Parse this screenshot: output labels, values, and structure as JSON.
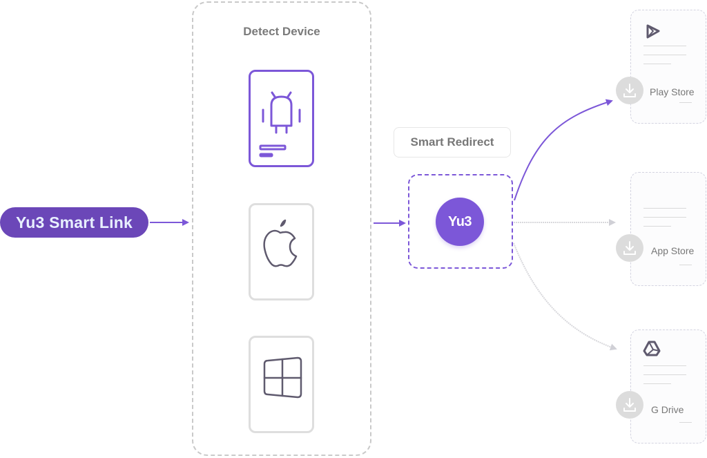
{
  "colors": {
    "brand_purple": "#7c57d8",
    "smart_link_bg": "#6b47b8",
    "smart_link_text": "#e8f0ff",
    "muted_gray": "#7a7a7a",
    "icon_gray": "#5f5a6e",
    "inactive_connector": "#d8d8dc"
  },
  "source": {
    "label": "Yu3 Smart Link"
  },
  "detect": {
    "title": "Detect Device",
    "devices": [
      {
        "name": "android",
        "icon": "android-icon",
        "active": true
      },
      {
        "name": "apple",
        "icon": "apple-icon",
        "active": false
      },
      {
        "name": "windows",
        "icon": "windows-icon",
        "active": false
      }
    ]
  },
  "redirect": {
    "label": "Smart Redirect",
    "logo_text": "Yu3"
  },
  "destinations": [
    {
      "label": "Play Store",
      "icon": "play-store-icon",
      "active": true
    },
    {
      "label": "App Store",
      "icon": "none",
      "active": false
    },
    {
      "label": "G Drive",
      "icon": "google-drive-icon",
      "active": false
    }
  ]
}
